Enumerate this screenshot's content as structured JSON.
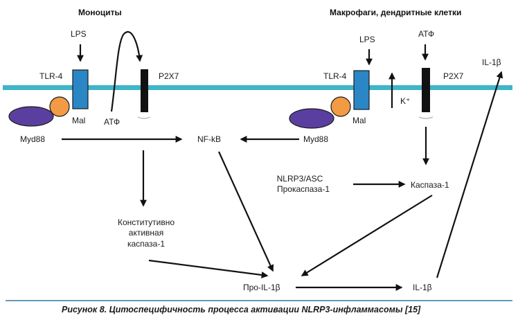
{
  "headers": {
    "left": "Моноциты",
    "right": "Макрофаги, дендритные клетки"
  },
  "left_cell": {
    "lps": "LPS",
    "tlr4": "TLR-4",
    "p2x7": "P2X7",
    "mal": "Mal",
    "atp": "АТФ",
    "myd88": "Myd88"
  },
  "right_cell": {
    "lps": "LPS",
    "atp": "АТФ",
    "il1b_out": "IL-1β",
    "tlr4": "TLR-4",
    "p2x7": "P2X7",
    "k_ion": "K⁺",
    "mal": "Mal",
    "myd88": "Myd88"
  },
  "center": {
    "nfkb": "NF-kB",
    "nlrp3_line1": "NLRP3/ASC",
    "nlrp3_line2": "Прокаспаза-1",
    "caspase1": "Каспаза-1",
    "const_line1": "Конститутивно",
    "const_line2": "активная",
    "const_line3": "каспаза-1",
    "pro_il1b": "Про-IL-1β",
    "il1b": "IL-1β"
  },
  "caption": "Рисунок 8. Цитоспецифичность процесса активации NLRP3-инфламмасомы [15]",
  "colors": {
    "membrane": "#3fb5c8",
    "tlr4": "#2b86c6",
    "mal": "#f39a45",
    "myd88": "#5b3fa0",
    "p2x7": "#111111",
    "caption_rule": "#2c79a8"
  }
}
